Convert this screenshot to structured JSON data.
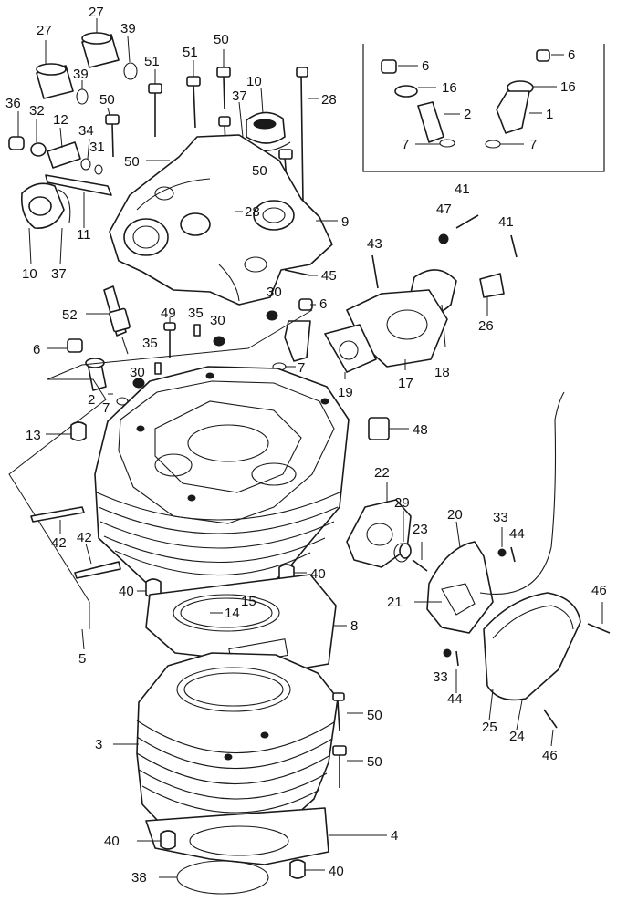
{
  "colors": {
    "ink": "#1a1a1a",
    "paper": "#ffffff"
  },
  "labels": {
    "l27a": "27",
    "l27b": "27",
    "l39a": "39",
    "l39b": "39",
    "l51a": "51",
    "l51b": "51",
    "l50a": "50",
    "l50b": "50",
    "l50c": "50",
    "l50d": "50",
    "l50e": "50",
    "l50f": "50",
    "l10a": "10",
    "l10b": "10",
    "l37a": "37",
    "l37b": "37",
    "l28a": "28",
    "l28b": "28",
    "l36": "36",
    "l32": "32",
    "l12": "12",
    "l34": "34",
    "l31": "31",
    "l11": "11",
    "l9": "9",
    "l6a": "6",
    "l6b": "6",
    "l6c": "6",
    "l6d": "6",
    "l16a": "16",
    "l16b": "16",
    "l2a": "2",
    "l2b": "2",
    "l1": "1",
    "l7a": "7",
    "l7b": "7",
    "l7c": "7",
    "l7d": "7",
    "l47": "47",
    "l41a": "41",
    "l41b": "41",
    "l43": "43",
    "l45": "45",
    "l30a": "30",
    "l30b": "30",
    "l30c": "30",
    "l52": "52",
    "l49": "49",
    "l35a": "35",
    "l35b": "35",
    "l26": "26",
    "l18": "18",
    "l17": "17",
    "l19": "19",
    "l13": "13",
    "l48": "48",
    "l22": "22",
    "l29": "29",
    "l20": "20",
    "l23": "23",
    "l33a": "33",
    "l33b": "33",
    "l44a": "44",
    "l44b": "44",
    "l42a": "42",
    "l42b": "42",
    "l40a": "40",
    "l40b": "40",
    "l40c": "40",
    "l40d": "40",
    "l15": "15",
    "l14": "14",
    "l8": "8",
    "l5": "5",
    "l21": "21",
    "l46a": "46",
    "l46b": "46",
    "l3": "3",
    "l25": "25",
    "l24": "24",
    "l4": "4",
    "l38": "38"
  }
}
